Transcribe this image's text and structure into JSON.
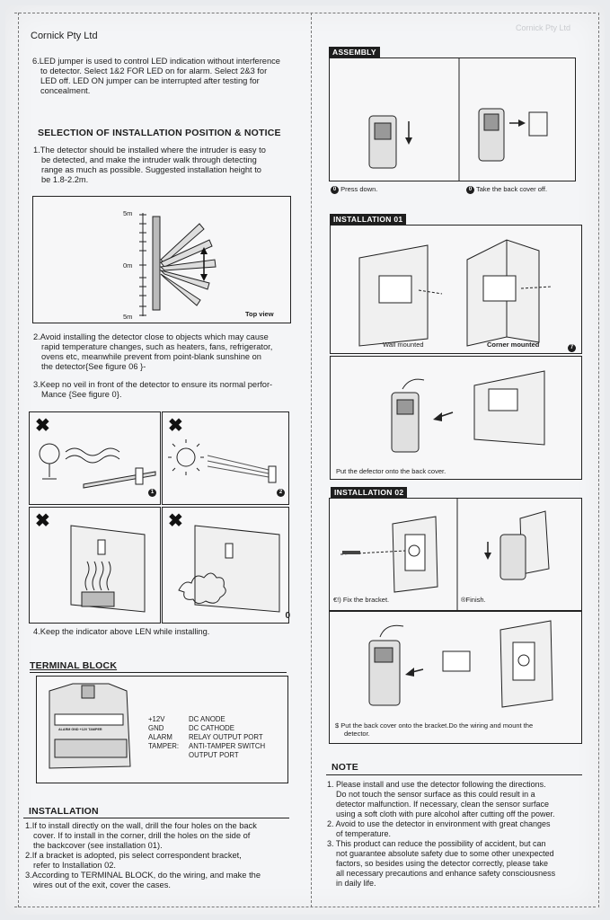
{
  "left": {
    "brand": "Cornick Pty Ltd",
    "p6": [
      "6.LED jumper is used to control LED indication without interference",
      "to detector. Select 1&2 FOR LED on for alarm. Select 2&3 for",
      "LED off. LED ON jumper can be interrupted  after testing for",
      "concealment."
    ],
    "selection_heading": "SELECTION OF INSTALLATION POSITION & NOTICE",
    "s1": [
      "1.The detector should be installed where the intruder is easy to",
      "be detected, and make the intruder walk through detecting",
      "range as much as possible. Suggested installation height to",
      "be 1.8-2.2m."
    ],
    "fig_labels": {
      "top": "5m",
      "mid": "0m",
      "bottom": "5m",
      "view": "Top view"
    },
    "s2": [
      "2.Avoid installing the detector close to objects which may cause",
      "rapid temperature changes, such as heaters, fans, refrigerator,",
      "ovens etc, meanwhile prevent from point-blank sunshine on",
      "the detector{See figure 06 }-"
    ],
    "s3": [
      "3.Keep no veil in front of the detector to ensure its normal perfor-",
      "Mance {See figure 0}."
    ],
    "panel_nums": [
      "1",
      "2",
      "0"
    ],
    "s4": "4.Keep the indicator above LEN while installing.",
    "terminal_heading": "TERMINAL BLOCK",
    "terminal_board": "ALARM GND +12V TAMPER",
    "terminal_rows": [
      {
        "k": "+12V",
        "v": "DC ANODE"
      },
      {
        "k": "GND",
        "v": "DC CATHODE"
      },
      {
        "k": "ALARM",
        "v": "RELAY OUTPUT PORT"
      },
      {
        "k": "TAMPER:",
        "v": "ANTI-TAMPER SWITCH"
      },
      {
        "k": "",
        "v": "OUTPUT PORT"
      }
    ],
    "installation_heading": "INSTALLATION",
    "inst": [
      "1.If to install directly on the wall, drill the four holes on the back",
      "cover. If to install in the corner, drill the holes on the side of",
      "the backcover (see installation 01).",
      "2.If a bracket is adopted, pis select correspondent bracket,",
      "refer to Installation 02.",
      "3.According to TERMINAL BLOCK, do the wiring, and make the",
      "wires out of the exit, cover the cases."
    ]
  },
  "right": {
    "bleed_brand": "Cornick Pty Ltd",
    "assembly_tag": "ASSEMBLY",
    "assembly_caps": {
      "n1": "0",
      "c1": "Press down.",
      "n2": "0",
      "c2": "Take the back cover off."
    },
    "inst01_tag": "INSTALLATION 01",
    "wall_mounted": "Wall mounted",
    "corner_mounted": "Corner mounted",
    "corner_num": "7",
    "put_defector": "Put the defector onto the back cover.",
    "inst02_tag": "INSTALLATION 02",
    "fix_bracket": "€!) Fix the bracket.",
    "finish": "®Finish.",
    "put_back": "$ Put the back cover onto the bracket.Do the wiring and mount the",
    "put_back2": "detector.",
    "note_heading": "NOTE",
    "notes": [
      "1. Please install and use the detector following the directions.",
      "Do not touch the sensor surface as this could result in a",
      "detector malfunction. If necessary, clean the sensor surface",
      "using a soft cloth with pure alcohol after cutting off the power.",
      "2. Avoid to use the detector in environment with great changes",
      "of temperature.",
      "3. This product can reduce the possibility of accident, but can",
      "not guarantee absolute safety due to some other unexpected",
      "factors, so besides using the detector correctly, please take",
      "all necessary precautions and enhance safety consciousness",
      "in daily life."
    ]
  }
}
